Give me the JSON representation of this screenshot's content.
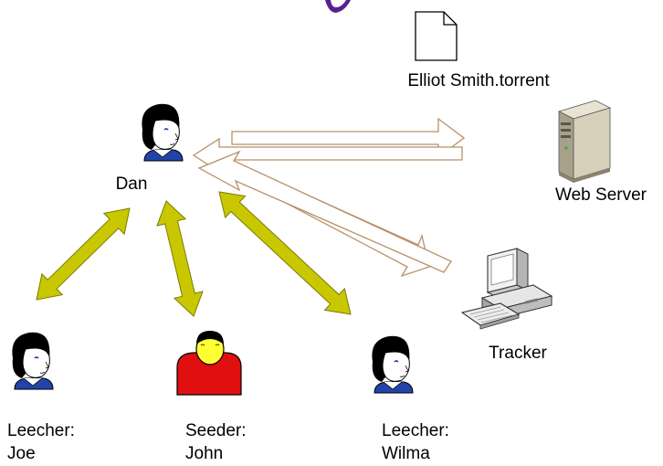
{
  "file": {
    "name": "Elliot Smith.torrent"
  },
  "nodes": {
    "dan": {
      "label": "Dan"
    },
    "web_server": {
      "label": "Web Server"
    },
    "tracker": {
      "label": "Tracker"
    },
    "joe": {
      "role": "Leecher:",
      "name": "Joe"
    },
    "john": {
      "role": "Seeder:",
      "name": "John"
    },
    "wilma": {
      "role": "Leecher:",
      "name": "Wilma"
    }
  },
  "colors": {
    "peer_link": "#c9c800",
    "peer_link_stroke": "#7a7a00",
    "request_arrow_stroke": "#b8916a",
    "title_fragment": "#5b1f8e",
    "leecher_skin": "#ffffff",
    "seeder_skin": "#ffff33",
    "seeder_body": "#e01010",
    "leecher_shirt": "#2244aa"
  }
}
